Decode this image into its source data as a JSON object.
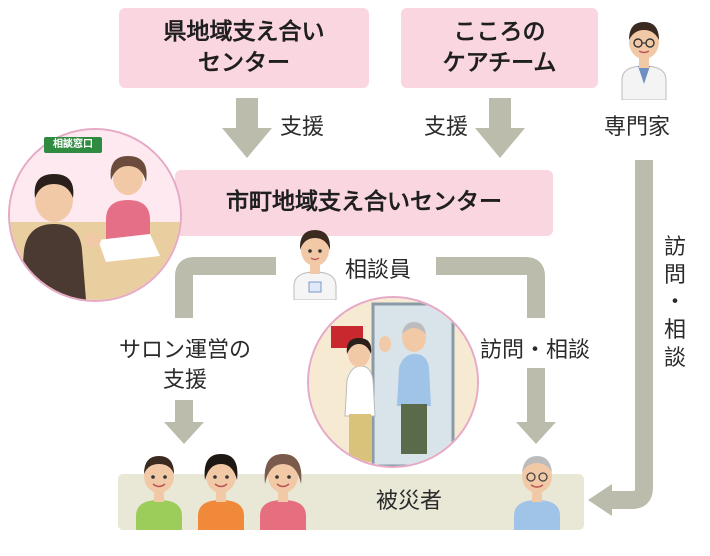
{
  "nodes": {
    "prefecture_center": "県地域支え合い\nセンター",
    "kokoro_care_team": "こころの\nケアチーム",
    "specialist": "専門家",
    "municipal_center": "市町地域支え合いセンター",
    "counselor": "相談員",
    "victims": "被災者"
  },
  "edges": {
    "support_left": "支援",
    "support_right": "支援",
    "salon_support": "サロン運営の\n支援",
    "visit_consult": "訪問・相談",
    "visit_consult_vertical": "訪\n問\n・\n相\n談"
  },
  "sign": {
    "consult_window": "相談窓口"
  },
  "colors": {
    "box_fill": "#f9d6e0",
    "arrow_gray": "#bcbcac",
    "bottom_bar": "#e9e7d6",
    "circle_border": "#e6a9c6"
  }
}
